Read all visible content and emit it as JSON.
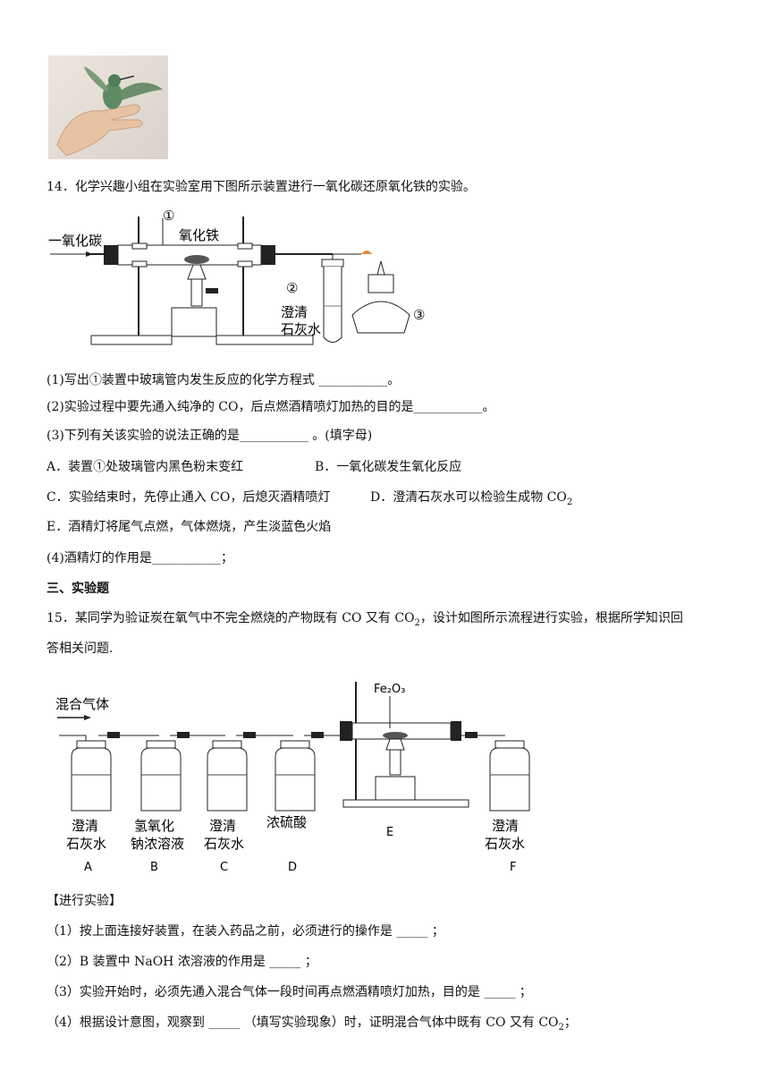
{
  "q14": {
    "stem": "14．化学兴趣小组在实验室用下图所示装置进行一氧化碳还原氧化铁的实验。",
    "fig": {
      "gas_in": "一氧化碳",
      "label1": "①",
      "label_fe2o3": "氧化铁",
      "label2": "②",
      "label_lime1": "澄清",
      "label_lime2": "石灰水",
      "label3": "③"
    },
    "p1": "(1)写出①装置中玻璃管内发生反应的化学方程式 ___________。",
    "p2": "(2)实验过程中要先通入纯净的  CO，后点燃酒精喷灯加热的目的是___________。",
    "p3": "(3)下列有关该实验的说法正确的是___________ 。(填字母)",
    "optA": "A．装置①处玻璃管内黑色粉末变红",
    "optB": "B．一氧化碳发生氧化反应",
    "optC": "C．实验结束时，先停止通入  CO，后熄灭酒精喷灯",
    "optD": "D．澄清石灰水可以检验生成物  CO",
    "optD_sub": "2",
    "optE": "E．酒精灯将尾气点燃，气体燃烧，产生淡蓝色火焰",
    "p4": "(4)酒精灯的作用是___________；"
  },
  "section3": "三、实验题",
  "q15": {
    "stem1a": "15．某同学为验证炭在氧气中不完全燃烧的产物既有 CO 又有 CO",
    "stem1_sub": "2",
    "stem1b": "，设计如图所示流程进行实验，根据所学知识回",
    "stem2": "答相关问题.",
    "fig": {
      "gas_in": "混合气体",
      "fe2o3": "Fe₂O₃",
      "A_l1": "澄清",
      "A_l2": "石灰水",
      "B_l1": "氢氧化",
      "B_l2": "钠浓溶液",
      "C_l1": "澄清",
      "C_l2": "石灰水",
      "D_l1": "浓硫酸",
      "E": "E",
      "F_l1": "澄清",
      "F_l2": "石灰水",
      "A": "A",
      "B": "B",
      "C": "C",
      "D": "D",
      "F": "F"
    },
    "head": "【进行实验】",
    "s1": "（1）按上面连接好装置，在装入药品之前，必须进行的操作是  _____  ；",
    "s2": "（2）B 装置中 NaOH 浓溶液的作用是  _____  ；",
    "s3": "（3）实验开始时，必须先通入混合气体一段时间再点燃酒精喷灯加热，目的是  _____  ；",
    "s4a": "（4）根据设计意图，观察到  _____  （填写实验现象）时，证明混合气体中既有 CO 又有 CO",
    "s4_sub": "2",
    "s4b": "；"
  }
}
